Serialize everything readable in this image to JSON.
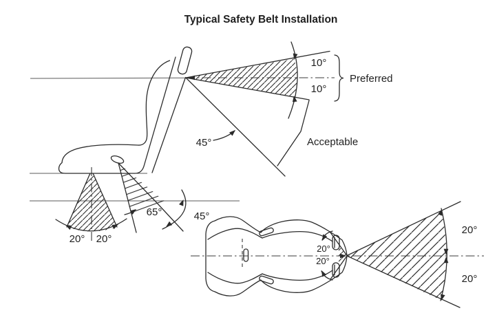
{
  "title": "Typical Safety Belt Installation",
  "side_view": {
    "preferred_label": "Preferred",
    "acceptable_label": "Acceptable",
    "upper_belt_angle": "10°",
    "lower_belt_angle": "10°",
    "acceptable_line_angle": "45°",
    "lap_belt_floor_angle": "45°",
    "buckle_strap_angle": "65°",
    "anchor_cone_left": "20°",
    "anchor_cone_right": "20°"
  },
  "top_view": {
    "slot_upper_angle": "20°",
    "slot_lower_angle": "20°",
    "spread_upper_angle": "20°",
    "spread_lower_angle": "20°"
  },
  "colors": {
    "ink": "#2b2b2b",
    "faint_line": "#5a5a5a",
    "background": "#ffffff"
  }
}
